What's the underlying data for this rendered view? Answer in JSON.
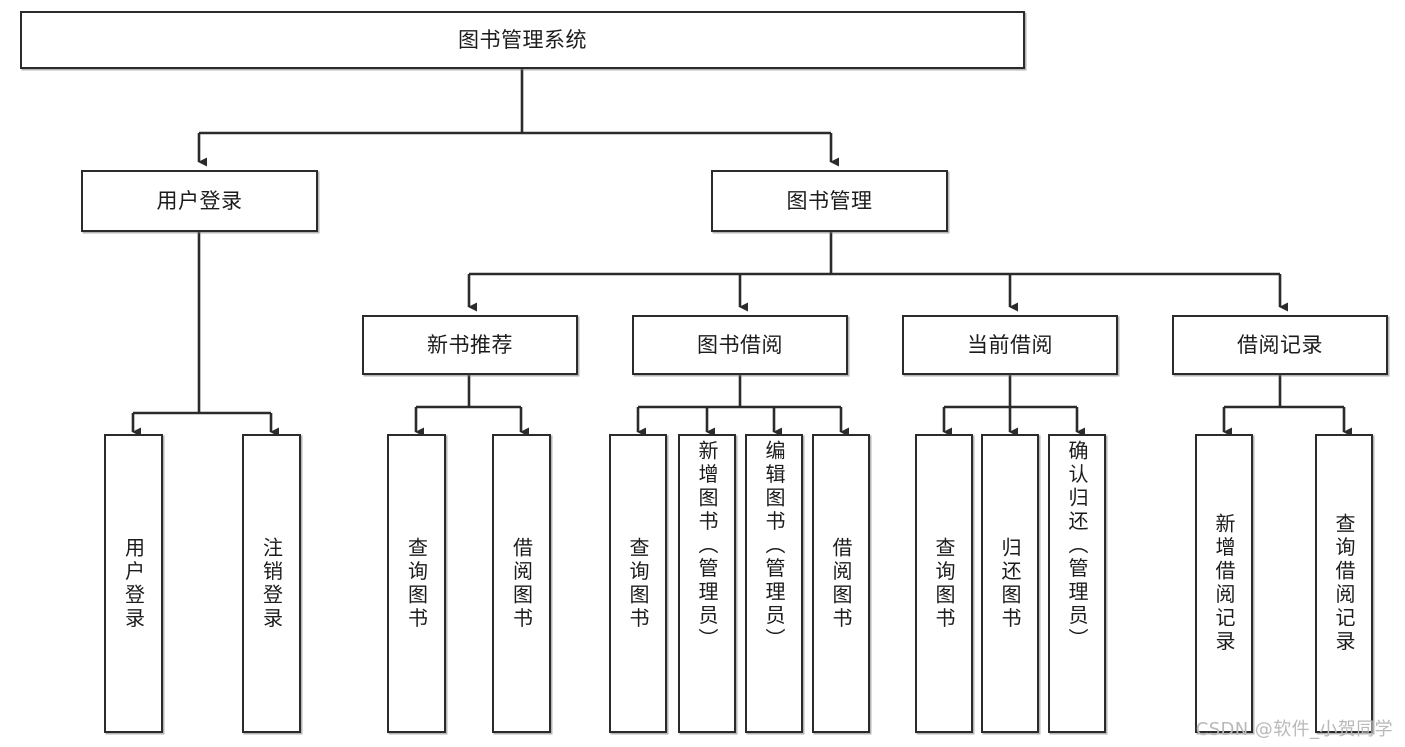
{
  "diagram": {
    "title": "图书管理系统",
    "type": "tree-hierarchy-chart",
    "watermark": "CSDN @软件_小贺同学",
    "colors": {
      "box_border": "#2b2b2b",
      "box_fill": "#ffffff",
      "edge": "#2b2b2b",
      "text": "#1c1c1c",
      "watermark": "#b9b9b9",
      "background": "#ffffff"
    },
    "levels": {
      "root": "图书管理系统",
      "level2": [
        "用户登录",
        "图书管理"
      ],
      "level3": [
        "新书推荐",
        "图书借阅",
        "当前借阅",
        "借阅记录"
      ]
    },
    "nodes": {
      "root": {
        "label": "图书管理系统"
      },
      "user_login": {
        "label": "用户登录"
      },
      "book_manage": {
        "label": "图书管理"
      },
      "new_book_rec": {
        "label": "新书推荐"
      },
      "book_borrow": {
        "label": "图书借阅"
      },
      "current_borrow": {
        "label": "当前借阅"
      },
      "borrow_record": {
        "label": "借阅记录"
      },
      "leaf_user_login": {
        "label": "用户登录"
      },
      "leaf_logout": {
        "label": "注销登录"
      },
      "leaf_query_book_a": {
        "label": "查询图书"
      },
      "leaf_borrow_book_a": {
        "label": "借阅图书"
      },
      "leaf_query_book_b": {
        "label": "查询图书"
      },
      "leaf_add_book": {
        "label": "新增图书（管理员）"
      },
      "leaf_edit_book": {
        "label": "编辑图书（管理员）"
      },
      "leaf_borrow_book_b": {
        "label": "借阅图书"
      },
      "leaf_query_book_c": {
        "label": "查询图书"
      },
      "leaf_return_book": {
        "label": "归还图书"
      },
      "leaf_confirm_return": {
        "label": "确认归还（管理员）"
      },
      "leaf_add_record": {
        "label": "新增借阅记录"
      },
      "leaf_query_record": {
        "label": "查询借阅记录"
      }
    },
    "edges": [
      {
        "from": "root",
        "to": "user_login"
      },
      {
        "from": "root",
        "to": "book_manage"
      },
      {
        "from": "user_login",
        "to": "leaf_user_login"
      },
      {
        "from": "user_login",
        "to": "leaf_logout"
      },
      {
        "from": "book_manage",
        "to": "new_book_rec"
      },
      {
        "from": "book_manage",
        "to": "book_borrow"
      },
      {
        "from": "book_manage",
        "to": "current_borrow"
      },
      {
        "from": "book_manage",
        "to": "borrow_record"
      },
      {
        "from": "new_book_rec",
        "to": "leaf_query_book_a"
      },
      {
        "from": "new_book_rec",
        "to": "leaf_borrow_book_a"
      },
      {
        "from": "book_borrow",
        "to": "leaf_query_book_b"
      },
      {
        "from": "book_borrow",
        "to": "leaf_add_book"
      },
      {
        "from": "book_borrow",
        "to": "leaf_edit_book"
      },
      {
        "from": "book_borrow",
        "to": "leaf_borrow_book_b"
      },
      {
        "from": "current_borrow",
        "to": "leaf_query_book_c"
      },
      {
        "from": "current_borrow",
        "to": "leaf_return_book"
      },
      {
        "from": "current_borrow",
        "to": "leaf_confirm_return"
      },
      {
        "from": "borrow_record",
        "to": "leaf_add_record"
      },
      {
        "from": "borrow_record",
        "to": "leaf_query_record"
      }
    ]
  }
}
